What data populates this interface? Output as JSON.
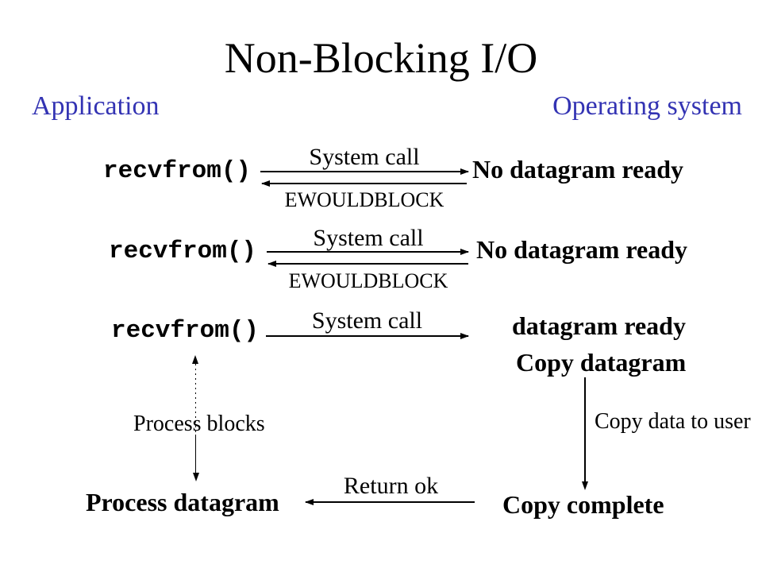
{
  "slide": {
    "title": "Non-Blocking I/O",
    "headers": {
      "left": "Application",
      "right": "Operating system"
    },
    "colors": {
      "header_blue": "#3333b3",
      "text": "#000000",
      "background": "#ffffff"
    }
  },
  "rows": [
    {
      "app_call": "recvfrom()",
      "request_label": "System call",
      "response_label": "EWOULDBLOCK",
      "os_state": "No datagram ready"
    },
    {
      "app_call": "recvfrom()",
      "request_label": "System call",
      "response_label": "EWOULDBLOCK",
      "os_state": "No datagram ready"
    },
    {
      "app_call": "recvfrom()",
      "request_label": "System call",
      "os_state": "datagram ready"
    }
  ],
  "kernel_copy": {
    "start": "Copy datagram",
    "arrow_label": "Copy data to user",
    "end": "Copy complete"
  },
  "app_wait": {
    "arrow_label": "Process blocks",
    "end": "Process datagram"
  },
  "completion": {
    "arrow_label": "Return ok"
  }
}
